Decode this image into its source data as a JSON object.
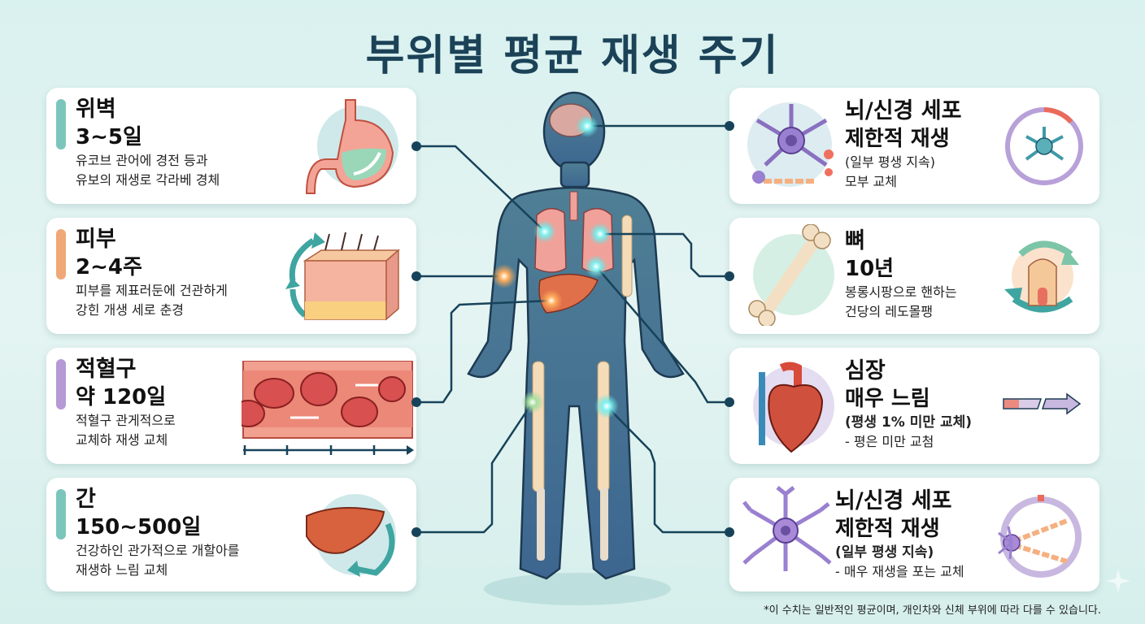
{
  "title": "부위별 평균 재생 주기",
  "left_cards": [
    {
      "id": "stomach",
      "name": "위벽",
      "period": "3~5일",
      "desc": [
        "유코브 관어에 경전 등과",
        "유보의 재생로 각라베 경체"
      ],
      "accent": "#7cc5bd",
      "icon": "stomach-icon"
    },
    {
      "id": "skin",
      "name": "피부",
      "period": "2~4주",
      "desc": [
        "피부를 제표러둔에 건관하게",
        "강힌 개생 세로 춘경"
      ],
      "accent": "#f0a878",
      "icon": "skin-layers-icon"
    },
    {
      "id": "red-blood-cell",
      "name": "적혈구",
      "period": "약 120일",
      "desc": [
        "적혈구 관게적으로",
        "교체하 재생 교체"
      ],
      "accent": "#b59ad6",
      "icon": "blood-vessel-icon"
    },
    {
      "id": "liver",
      "name": "간",
      "period": "150~500일",
      "desc": [
        "건강하인 관가적으로 개할아를",
        "재생하 느림 교체"
      ],
      "accent": "#7cc5bd",
      "icon": "liver-icon"
    }
  ],
  "right_cards": [
    {
      "id": "brain-nerve-1",
      "name": "뇌/신경 세포",
      "period": "제한적 재생",
      "desc": [
        "(일부 평생 지속)",
        "모부 교체"
      ],
      "icon": "neuron-icon",
      "side_icon": "neuron-ring-icon"
    },
    {
      "id": "bone",
      "name": "뼈",
      "period": "10년",
      "desc": [
        "봉롱시팡으로 핸하는",
        "건당의 레도몰팽"
      ],
      "icon": "bone-icon",
      "side_icon": "bone-cycle-icon"
    },
    {
      "id": "heart",
      "name": "심장",
      "period": "매우 느림",
      "desc": [
        "(평생 1% 미만 교체)",
        "- 평은 미만 교첨"
      ],
      "icon": "heart-icon",
      "side_icon": "slow-arrow-icon"
    },
    {
      "id": "brain-nerve-2",
      "name": "뇌/신경 세포",
      "period": "제한적 재생",
      "desc": [
        "(일부 평생 지속)",
        "- 매우 재생을 포는 교체"
      ],
      "icon": "neuron-icon",
      "side_icon": "neuron-ring-icon"
    }
  ],
  "footnote": "*이 수치는 일반적인 평균이며, 개인차와 신체 부위에 따라 다를 수 있습니다.",
  "colors": {
    "title": "#1b4257",
    "line": "#17435a",
    "body": "#3f6f8c",
    "glow_cyan": "#5ee0e0",
    "glow_orange": "#f5a050",
    "glow_green": "#9ad79a"
  }
}
